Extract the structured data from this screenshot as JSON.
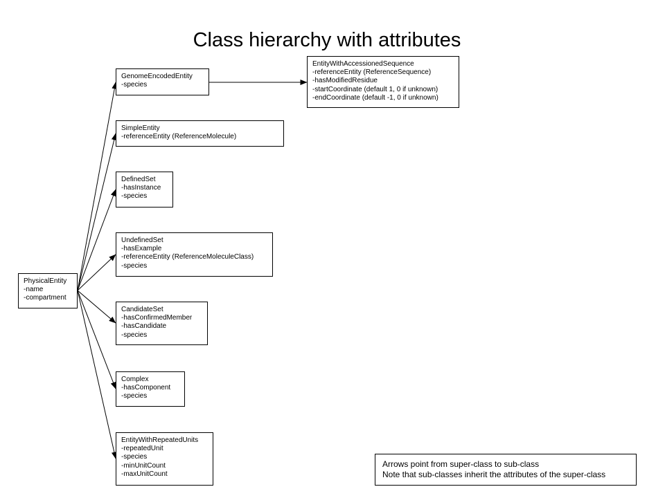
{
  "title": "Class hierarchy with attributes",
  "classes": {
    "physical_entity": {
      "name": "PhysicalEntity",
      "attributes": [
        "-name",
        "-compartment"
      ]
    },
    "genome_encoded_entity": {
      "name": "GenomeEncodedEntity",
      "attributes": [
        "-species"
      ]
    },
    "entity_with_accessioned_sequence": {
      "name": "EntityWithAccessionedSequence",
      "attributes": [
        "-referenceEntity (ReferenceSequence)",
        "-hasModifiedResidue",
        "-startCoordinate (default 1,  0  if unknown)",
        "-endCoordinate (default -1, 0  if unknown)"
      ]
    },
    "simple_entity": {
      "name": "SimpleEntity",
      "attributes": [
        "-referenceEntity (ReferenceMolecule)"
      ]
    },
    "defined_set": {
      "name": "DefinedSet",
      "attributes": [
        "-hasInstance",
        "-species"
      ]
    },
    "undefined_set": {
      "name": "UndefinedSet",
      "attributes": [
        "-hasExample",
        "-referenceEntity (ReferenceMoleculeClass)",
        "-species"
      ]
    },
    "candidate_set": {
      "name": "CandidateSet",
      "attributes": [
        "-hasConfirmedMember",
        "-hasCandidate",
        "-species"
      ]
    },
    "complex": {
      "name": "Complex",
      "attributes": [
        "-hasComponent",
        "-species"
      ]
    },
    "entity_with_repeated_units": {
      "name": "EntityWithRepeatedUnits",
      "attributes": [
        "-repeatedUnit",
        "-species",
        "-minUnitCount",
        "-maxUnitCount"
      ]
    }
  },
  "note": {
    "line1": "Arrows point from super-class to sub-class",
    "line2": "Note that sub-classes inherit the attributes of the super-class"
  },
  "colors": {
    "line": "#000000",
    "background": "#ffffff"
  }
}
